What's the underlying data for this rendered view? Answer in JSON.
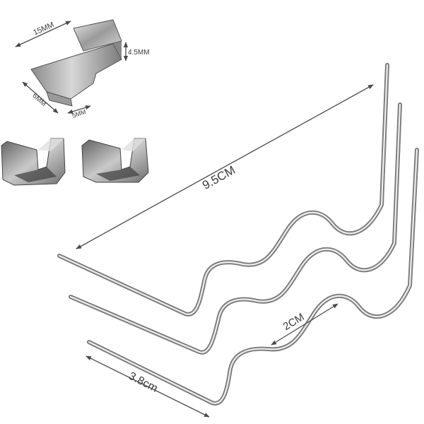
{
  "labels": {
    "clip_width": "15MM",
    "clip_height": "4.5MM",
    "clip_depth_left": "6MM",
    "clip_depth_right": "5MM",
    "wire_length": "9.5CM",
    "wave_width": "2CM",
    "leg_length": "3.8cm"
  },
  "colors": {
    "metal_light": "#f2f2f2",
    "metal_mid": "#b9b9b9",
    "metal_dark": "#6e6e6e",
    "dimension_line": "#4a4a4a"
  },
  "icons": {
    "clip": "u-shaped-glazing-clip",
    "wire": "wave-glazing-wire"
  }
}
